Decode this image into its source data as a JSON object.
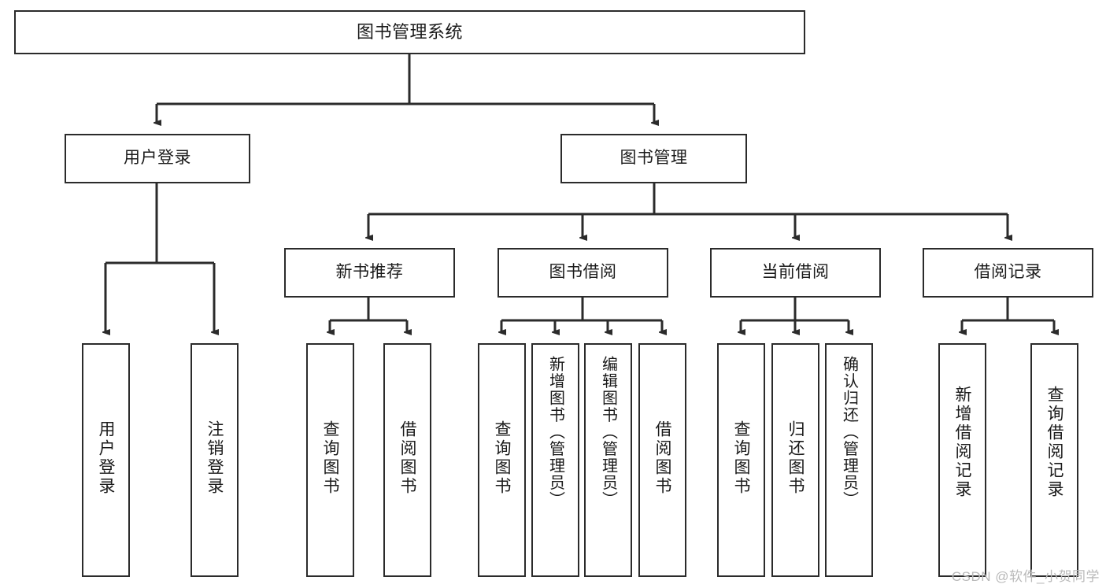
{
  "diagram": {
    "title": "图书管理系统",
    "type": "tree-hierarchy",
    "orientation": "top-down",
    "colors": {
      "stroke": "#2b2b2b",
      "fill": "#ffffff",
      "text": "#1a1a1a",
      "watermark": "#b9b9b9"
    },
    "root": {
      "label": "图书管理系统"
    },
    "level1": [
      {
        "label": "用户登录"
      },
      {
        "label": "图书管理"
      }
    ],
    "level2": [
      {
        "label": "新书推荐"
      },
      {
        "label": "图书借阅"
      },
      {
        "label": "当前借阅"
      },
      {
        "label": "借阅记录"
      }
    ],
    "leaves": {
      "user_login": [
        {
          "label": "用户登录"
        },
        {
          "label": "注销登录"
        }
      ],
      "new_book_recommend": [
        {
          "label": "查询图书"
        },
        {
          "label": "借阅图书"
        }
      ],
      "book_borrow": [
        {
          "label": "查询图书"
        },
        {
          "label": "新增图书（管理员）"
        },
        {
          "label": "编辑图书（管理员）"
        },
        {
          "label": "借阅图书"
        }
      ],
      "current_borrow": [
        {
          "label": "查询图书"
        },
        {
          "label": "归还图书"
        },
        {
          "label": "确认归还（管理员）"
        }
      ],
      "borrow_record": [
        {
          "label": "新增借阅记录"
        },
        {
          "label": "查询借阅记录"
        }
      ]
    }
  },
  "watermark": {
    "text": "CSDN @软件_小贺同学"
  }
}
